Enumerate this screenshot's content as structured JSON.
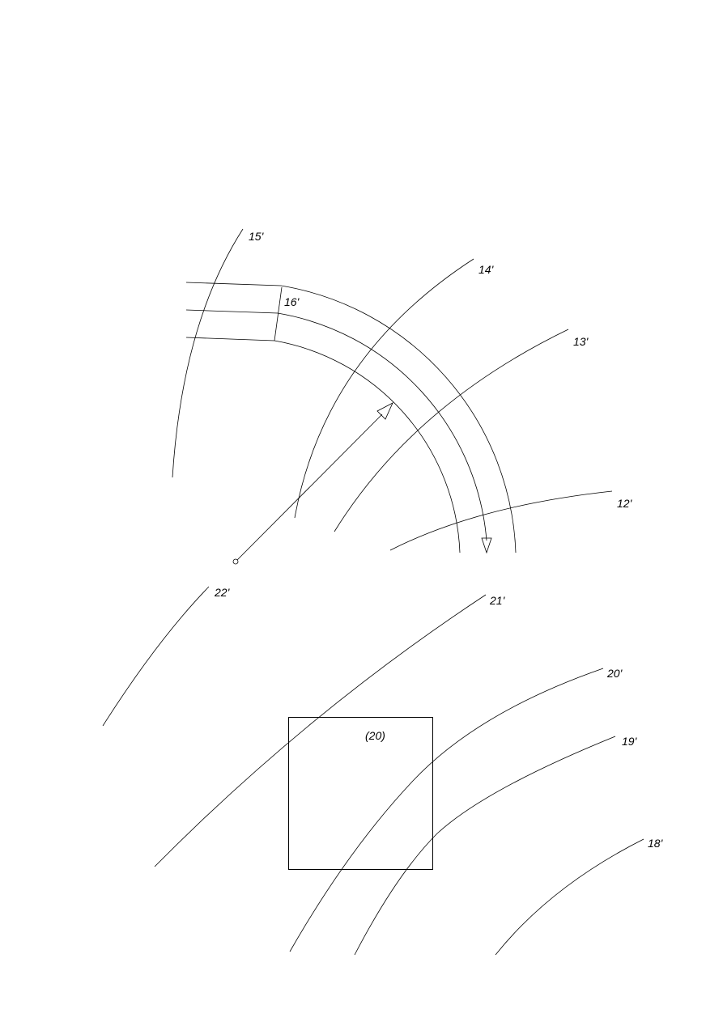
{
  "labels": {
    "l15": "15'",
    "l14": "14'",
    "l16": "16'",
    "l13": "13'",
    "l12": "12'",
    "l22": "22'",
    "l21": "21'",
    "l20": "20'",
    "l19": "19'",
    "l18": "18'",
    "box": "(20)"
  }
}
